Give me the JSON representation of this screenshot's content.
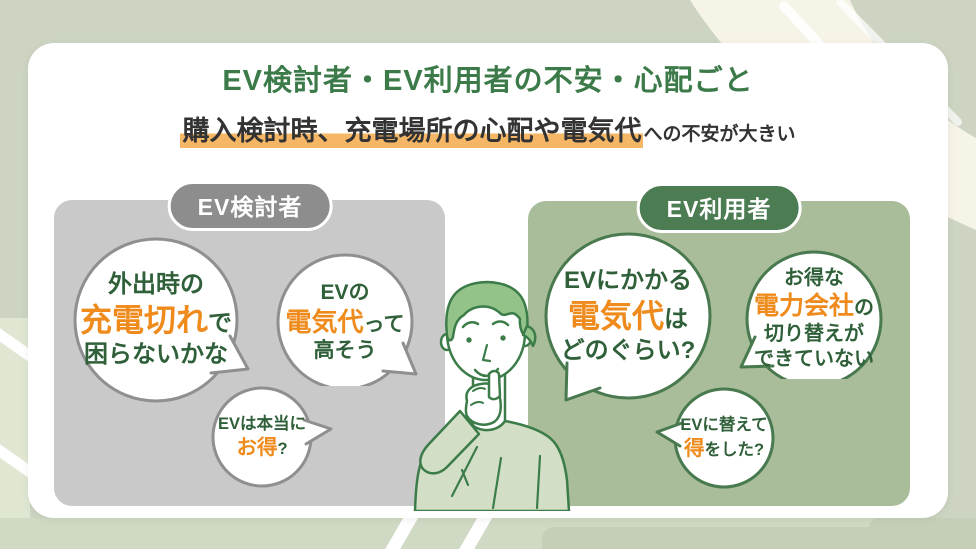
{
  "page": {
    "title": "EV検討者・EV利用者の不安・心配ごと",
    "subtitle": {
      "highlight": "購入検討時、充電場所の心配や電気代",
      "rest": "への不安が大きい"
    }
  },
  "left_panel": {
    "label": "EV検討者",
    "bubbles": [
      {
        "line1": "外出時の",
        "em": "充電切れ",
        "after_em": "で",
        "line3": "困らないかな"
      },
      {
        "line1": "EVの",
        "em": "電気代",
        "after_em": "って",
        "line3": "高そう"
      },
      {
        "line1": "EVは本当に",
        "em": "お得",
        "after_em": "?"
      }
    ]
  },
  "right_panel": {
    "label": "EV利用者",
    "bubbles": [
      {
        "line1": "EVにかかる",
        "em": "電気代",
        "after_em": "は",
        "line3": "どのぐらい?"
      },
      {
        "line1": "お得な",
        "em": "電力会社",
        "after_em": "の",
        "line3": "切り替えが",
        "line4": "できていない"
      },
      {
        "line1": "EVに替えて",
        "em": "得",
        "after_em": "をした?"
      }
    ]
  },
  "illustration": {
    "name": "thinking-person"
  },
  "colors": {
    "background": "#cdd4c2",
    "card": "#ffffff",
    "title_green": "#3c7b49",
    "subtitle_highlight": "#f5b766",
    "accent_orange": "#ef8b1d",
    "bubble_text_green": "#2f6039",
    "panel_gray": "#c9c9c9",
    "panel_green": "#a9bd9a",
    "pill_gray": "#8d8d8d",
    "pill_green": "#4b7c52",
    "bubble_border_gray": "#8f8f8f",
    "bubble_border_green": "#48794f",
    "illustration_outline": "#3c7c49"
  }
}
